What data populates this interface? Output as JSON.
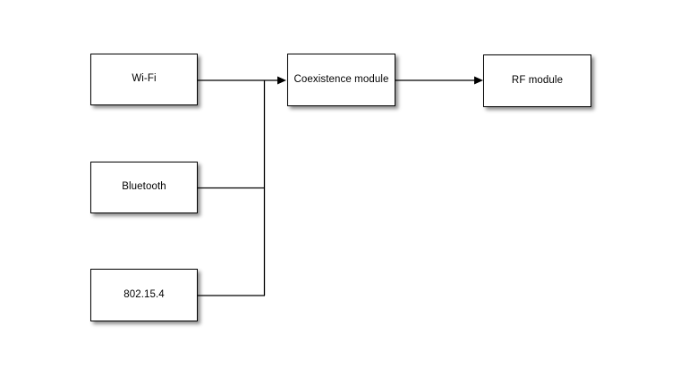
{
  "diagram": {
    "background_color": "#ffffff",
    "line_color": "#000000",
    "node_fill_color": "#ffffff",
    "node_border_color": "#000000",
    "shadow_color": "rgba(0,0,0,0.45)",
    "nodes": [
      {
        "id": "wifi",
        "label": "Wi-Fi"
      },
      {
        "id": "bluetooth",
        "label": "Bluetooth"
      },
      {
        "id": "ieee-802-15-4",
        "label": "802.15.4"
      },
      {
        "id": "coexistence-module",
        "label": "Coexistence module"
      },
      {
        "id": "rf-module",
        "label": "RF module"
      }
    ],
    "connections": [
      {
        "from": "Wi-Fi",
        "to": "Coexistence module",
        "arrow": true
      },
      {
        "from": "Bluetooth",
        "to": "Coexistence module",
        "arrow": true
      },
      {
        "from": "802.15.4",
        "to": "Coexistence module",
        "arrow": true
      },
      {
        "from": "Coexistence module",
        "to": "RF module",
        "arrow": true
      }
    ]
  }
}
